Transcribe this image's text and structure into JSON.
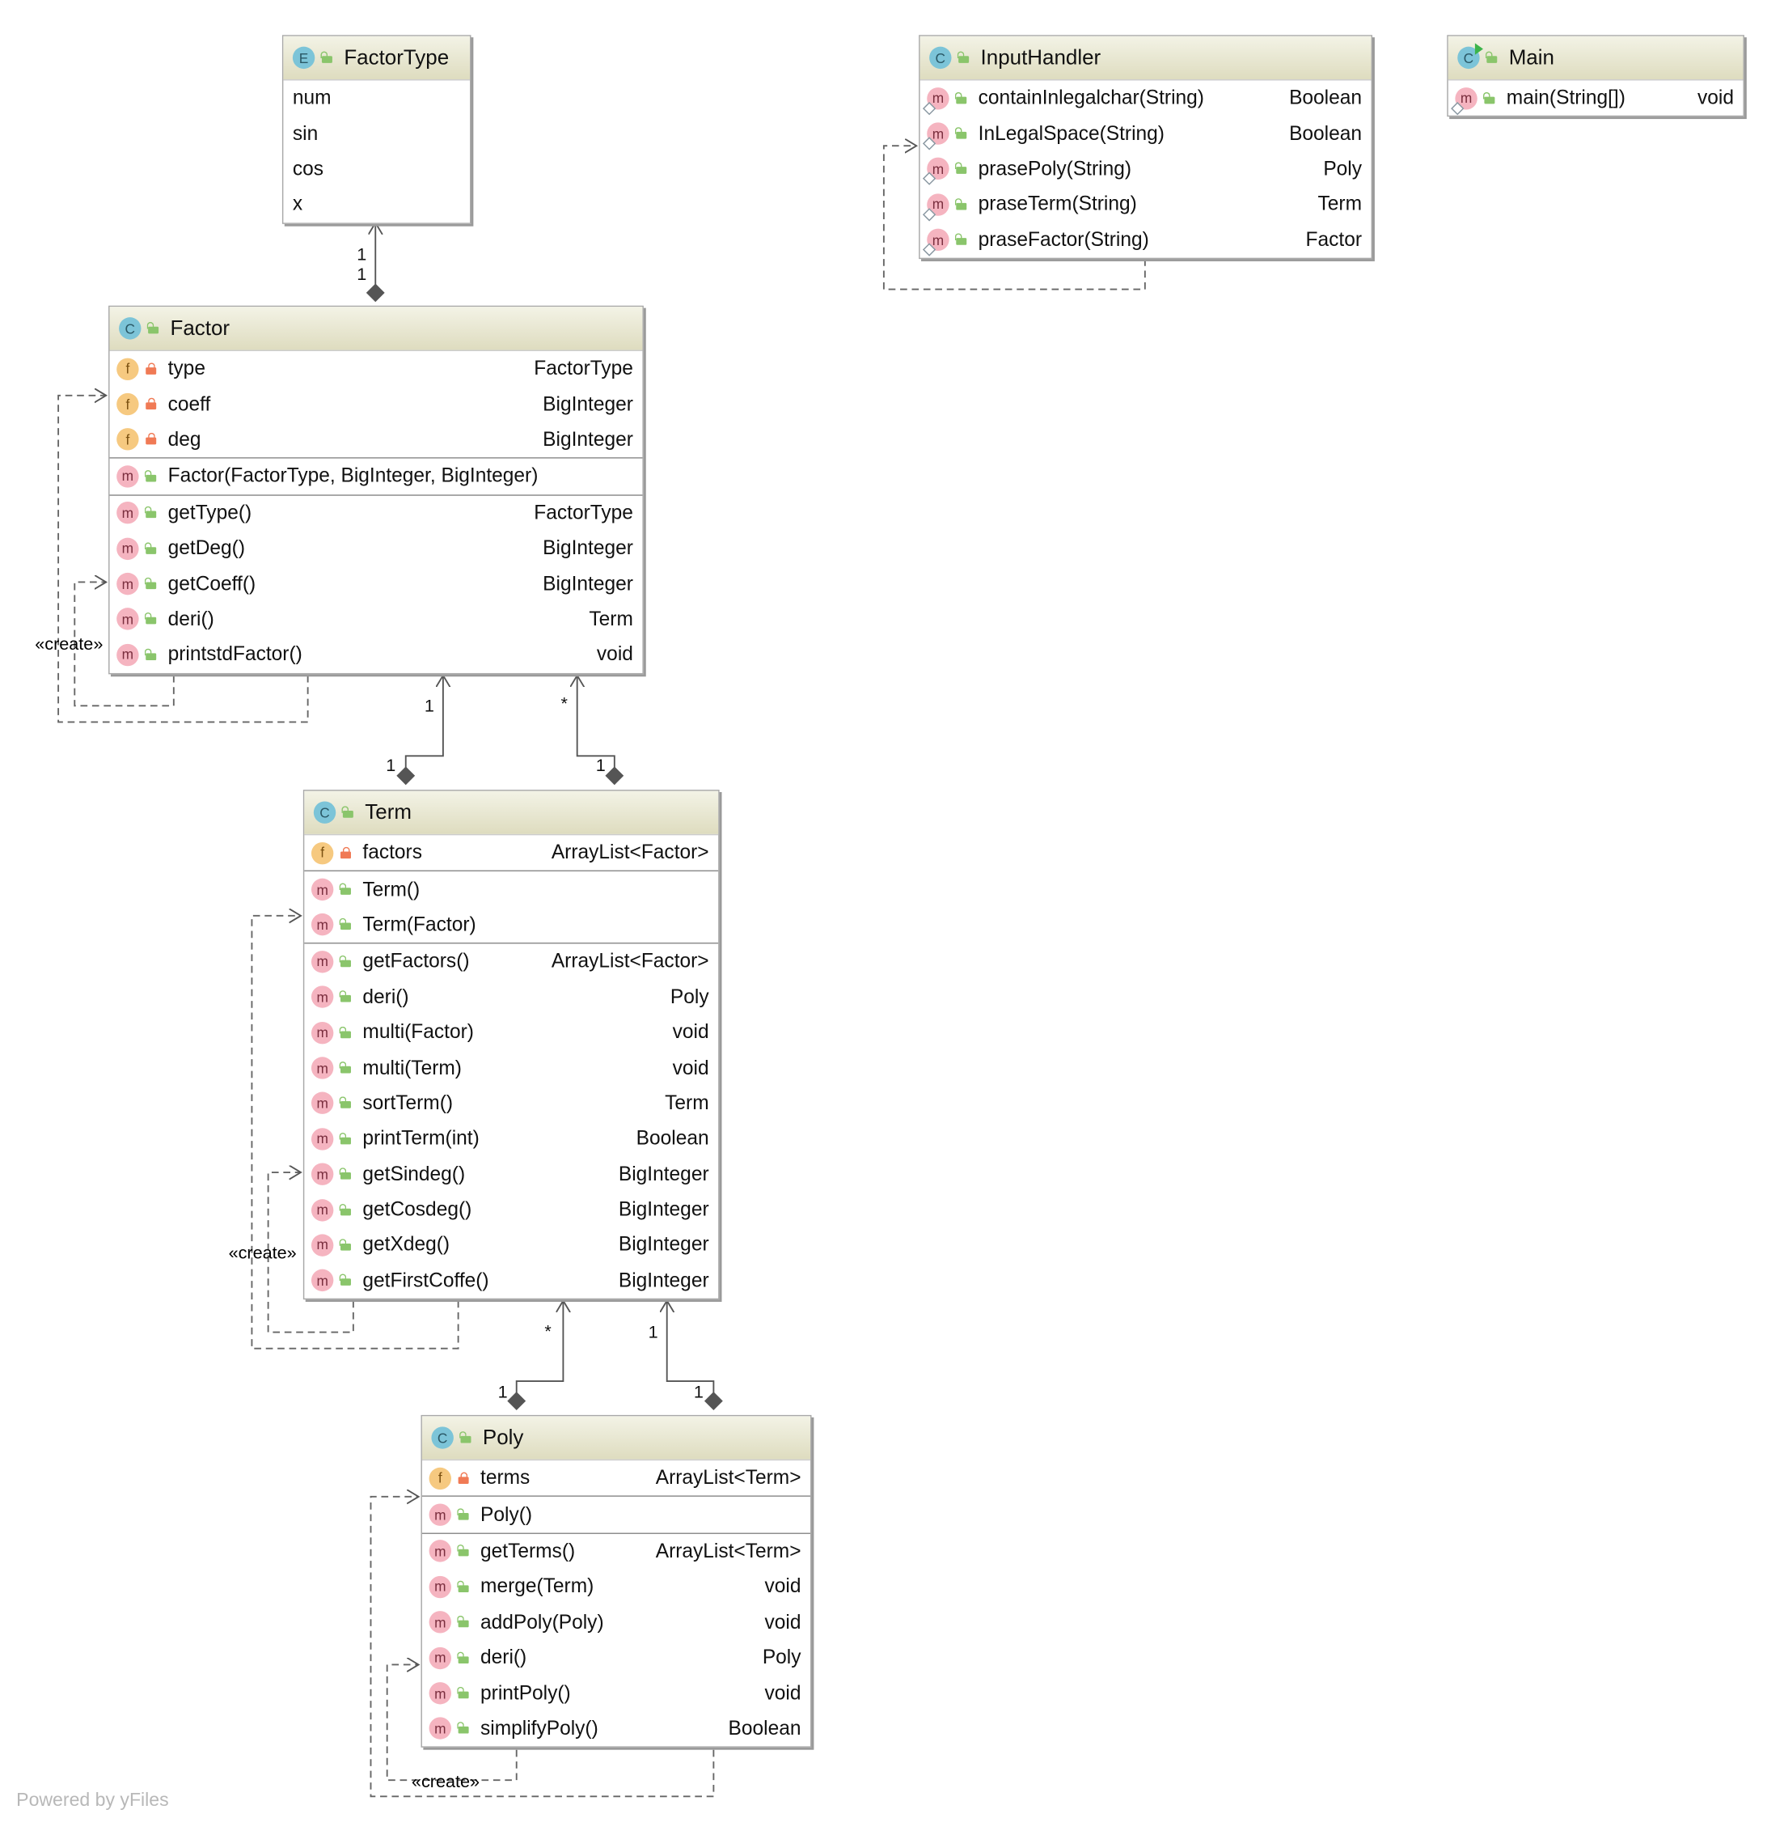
{
  "classes": [
    {
      "id": "FactorType",
      "kind": "E",
      "name": "FactorType",
      "sections": [
        [
          {
            "name": "num"
          },
          {
            "name": "sin"
          },
          {
            "name": "cos"
          },
          {
            "name": "x"
          }
        ]
      ]
    },
    {
      "id": "InputHandler",
      "kind": "C",
      "name": "InputHandler",
      "sections": [
        [
          {
            "k": "m",
            "s": true,
            "name": "containInlegalchar(String)",
            "type": "Boolean"
          },
          {
            "k": "m",
            "s": true,
            "name": "InLegalSpace(String)",
            "type": "Boolean"
          },
          {
            "k": "m",
            "s": true,
            "name": "prasePoly(String)",
            "type": "Poly"
          },
          {
            "k": "m",
            "s": true,
            "name": "praseTerm(String)",
            "type": "Term"
          },
          {
            "k": "m",
            "s": true,
            "name": "praseFactor(String)",
            "type": "Factor"
          }
        ]
      ]
    },
    {
      "id": "Main",
      "kind": "C",
      "run": true,
      "name": "Main",
      "sections": [
        [
          {
            "k": "m",
            "s": true,
            "name": "main(String[])",
            "type": "void"
          }
        ]
      ]
    },
    {
      "id": "Factor",
      "kind": "C",
      "name": "Factor",
      "sections": [
        [
          {
            "k": "f",
            "p": "pri",
            "name": "type",
            "type": "FactorType"
          },
          {
            "k": "f",
            "p": "pri",
            "name": "coeff",
            "type": "BigInteger"
          },
          {
            "k": "f",
            "p": "pri",
            "name": "deg",
            "type": "BigInteger"
          }
        ],
        [
          {
            "k": "m",
            "name": "Factor(FactorType, BigInteger, BigInteger)",
            "type": ""
          }
        ],
        [
          {
            "k": "m",
            "name": "getType()",
            "type": "FactorType"
          },
          {
            "k": "m",
            "name": "getDeg()",
            "type": "BigInteger"
          },
          {
            "k": "m",
            "name": "getCoeff()",
            "type": "BigInteger"
          },
          {
            "k": "m",
            "name": "deri()",
            "type": "Term"
          },
          {
            "k": "m",
            "name": "printstdFactor()",
            "type": "void"
          }
        ]
      ]
    },
    {
      "id": "Term",
      "kind": "C",
      "name": "Term",
      "sections": [
        [
          {
            "k": "f",
            "p": "pri",
            "name": "factors",
            "type": "ArrayList<Factor>"
          }
        ],
        [
          {
            "k": "m",
            "name": "Term()",
            "type": ""
          },
          {
            "k": "m",
            "name": "Term(Factor)",
            "type": ""
          }
        ],
        [
          {
            "k": "m",
            "name": "getFactors()",
            "type": "ArrayList<Factor>"
          },
          {
            "k": "m",
            "name": "deri()",
            "type": "Poly"
          },
          {
            "k": "m",
            "name": "multi(Factor)",
            "type": "void"
          },
          {
            "k": "m",
            "name": "multi(Term)",
            "type": "void"
          },
          {
            "k": "m",
            "name": "sortTerm()",
            "type": "Term"
          },
          {
            "k": "m",
            "name": "printTerm(int)",
            "type": "Boolean"
          },
          {
            "k": "m",
            "name": "getSindeg()",
            "type": "BigInteger"
          },
          {
            "k": "m",
            "name": "getCosdeg()",
            "type": "BigInteger"
          },
          {
            "k": "m",
            "name": "getXdeg()",
            "type": "BigInteger"
          },
          {
            "k": "m",
            "name": "getFirstCoffe()",
            "type": "BigInteger"
          }
        ]
      ]
    },
    {
      "id": "Poly",
      "kind": "C",
      "name": "Poly",
      "sections": [
        [
          {
            "k": "f",
            "p": "pri",
            "name": "terms",
            "type": "ArrayList<Term>"
          }
        ],
        [
          {
            "k": "m",
            "name": "Poly()",
            "type": ""
          }
        ],
        [
          {
            "k": "m",
            "name": "getTerms()",
            "type": "ArrayList<Term>"
          },
          {
            "k": "m",
            "name": "merge(Term)",
            "type": "void"
          },
          {
            "k": "m",
            "name": "addPoly(Poly)",
            "type": "void"
          },
          {
            "k": "m",
            "name": "deri()",
            "type": "Poly"
          },
          {
            "k": "m",
            "name": "printPoly()",
            "type": "void"
          },
          {
            "k": "m",
            "name": "simplifyPoly()",
            "type": "Boolean"
          }
        ]
      ]
    }
  ],
  "multiplicities": {
    "factortype_a": "1",
    "factortype_b": "1",
    "factor_term_1a": "1",
    "factor_term_1b": "1",
    "factor_term_2a": "*",
    "factor_term_2b": "1",
    "term_poly_1a": "*",
    "term_poly_1b": "1",
    "term_poly_2a": "1",
    "term_poly_2b": "1"
  },
  "stereotypes": {
    "factor_create": "«create»",
    "term_create": "«create»",
    "poly_create": "«create»"
  },
  "footer": "Powered by yFiles"
}
